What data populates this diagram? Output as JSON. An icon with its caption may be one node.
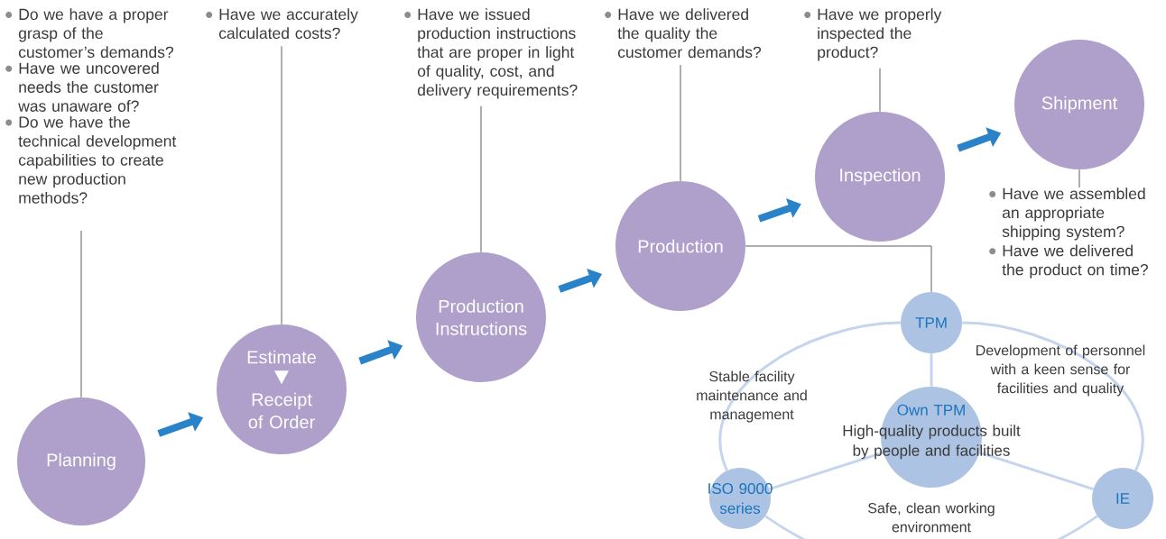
{
  "diagram": {
    "nodes": [
      {
        "text": [
          "Do we have a proper grasp of the customer’s demands?",
          "Have we uncovered needs the customer was unaware of?",
          "Do we have the technical development capabilities to create new production methods?"
        ]
      },
      {
        "text": [
          "Planning"
        ]
      },
      {
        "text": [
          "Have we accurately calculated costs?"
        ]
      },
      {
        "text": [
          "Estimate",
          "Receipt of Order"
        ]
      },
      {
        "text": [
          "Have we issued production instructions that are proper in light of quality, cost, and delivery requirements?"
        ]
      },
      {
        "text": [
          "Production Instructions"
        ]
      },
      {
        "text": [
          "Have we delivered the quality the customer demands?"
        ]
      },
      {
        "text": [
          "Production"
        ]
      },
      {
        "text": [
          "Have we properly inspected the product?"
        ]
      },
      {
        "text": [
          "Inspection"
        ]
      },
      {
        "text": [
          "Shipment"
        ]
      },
      {
        "text": [
          "Have we assembled an appropriate shipping system?",
          "Have we delivered the product on time?"
        ]
      },
      {
        "text": [
          "TPM"
        ]
      },
      {
        "text": [
          "Own TPM",
          "High-quality products built by people and facilities"
        ]
      },
      {
        "text": [
          "ISO 9000 series"
        ]
      },
      {
        "text": [
          "IE"
        ]
      }
    ],
    "edges": [
      {
        "from": 0,
        "to": 1,
        "arrow": "none"
      },
      {
        "from": 2,
        "to": 3,
        "arrow": "none"
      },
      {
        "from": 4,
        "to": 5,
        "arrow": "none"
      },
      {
        "from": 6,
        "to": 7,
        "arrow": "none"
      },
      {
        "from": 8,
        "to": 9,
        "arrow": "none"
      },
      {
        "from": 10,
        "to": 11,
        "arrow": "none"
      },
      {
        "from": 1,
        "to": 3,
        "arrow": "to",
        "style": "thick",
        "color": "#2a83c8"
      },
      {
        "from": 3,
        "to": 5,
        "arrow": "to",
        "style": "thick",
        "color": "#2a83c8"
      },
      {
        "from": 5,
        "to": 7,
        "arrow": "to",
        "style": "thick",
        "color": "#2a83c8"
      },
      {
        "from": 7,
        "to": 9,
        "arrow": "to",
        "style": "thick",
        "color": "#2a83c8"
      },
      {
        "from": 9,
        "to": 10,
        "arrow": "to",
        "style": "thick",
        "color": "#2a83c8"
      },
      {
        "from": 7,
        "to": 12,
        "arrow": "none"
      },
      {
        "from": 12,
        "to": 13,
        "arrow": "none",
        "color": "#c5d5ee"
      },
      {
        "from": 13,
        "to": 14,
        "arrow": "none",
        "color": "#c5d5ee"
      },
      {
        "from": 13,
        "to": 15,
        "arrow": "none",
        "color": "#c5d5ee"
      },
      {
        "from": 12,
        "to": 15,
        "arrow": "none",
        "color": "#c5d5ee"
      },
      {
        "from": 14,
        "to": 15,
        "arrow": "none",
        "color": "#c5d5ee"
      },
      {
        "from": 12,
        "to": 14,
        "arrow": "none",
        "color": "#c5d5ee"
      }
    ],
    "labels": [
      "Stable facility maintenance and management",
      "Development of personnel with a keen sense for facilities and quality",
      "Safe, clean working environment"
    ]
  }
}
